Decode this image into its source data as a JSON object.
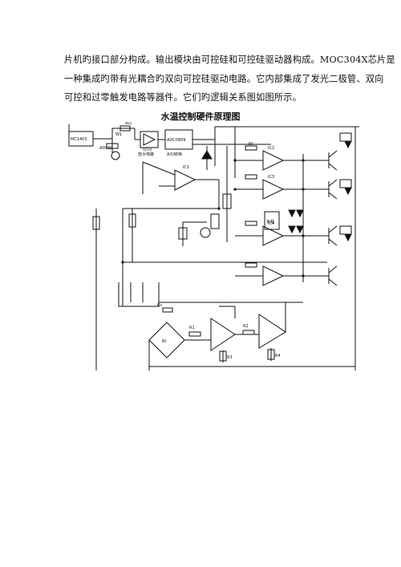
{
  "text": {
    "line1": "片机旳接口部分构成。输出模块由可控硅和可控硅驱动器构成。MOC304X芯片是",
    "line2": "一种集成旳带有光耦合旳双向可控硅驱动电路。它内部集成了发光二极管、双向",
    "line3": "可控和过零触发电路等器件。它们旳逻辑关系图如图所示。"
  },
  "figure": {
    "title": "水温控制硬件原理图",
    "labels": {
      "mcu": "MC1403",
      "adc": "ADC0809",
      "adc_caption": "A/D转换",
      "amp": "放大电路",
      "range": "0/5V",
      "ic": "AD590",
      "w1": "W1",
      "w2": "W2",
      "rf": "Rf",
      "ic1": "IC1",
      "ic2": "IC2",
      "ic3": "IC3",
      "ic4": "IC4",
      "load": "负载",
      "rs": "Rs",
      "rt": "Rt",
      "r1": "R1",
      "r2": "R2",
      "r3": "R3",
      "r4": "R4"
    }
  }
}
